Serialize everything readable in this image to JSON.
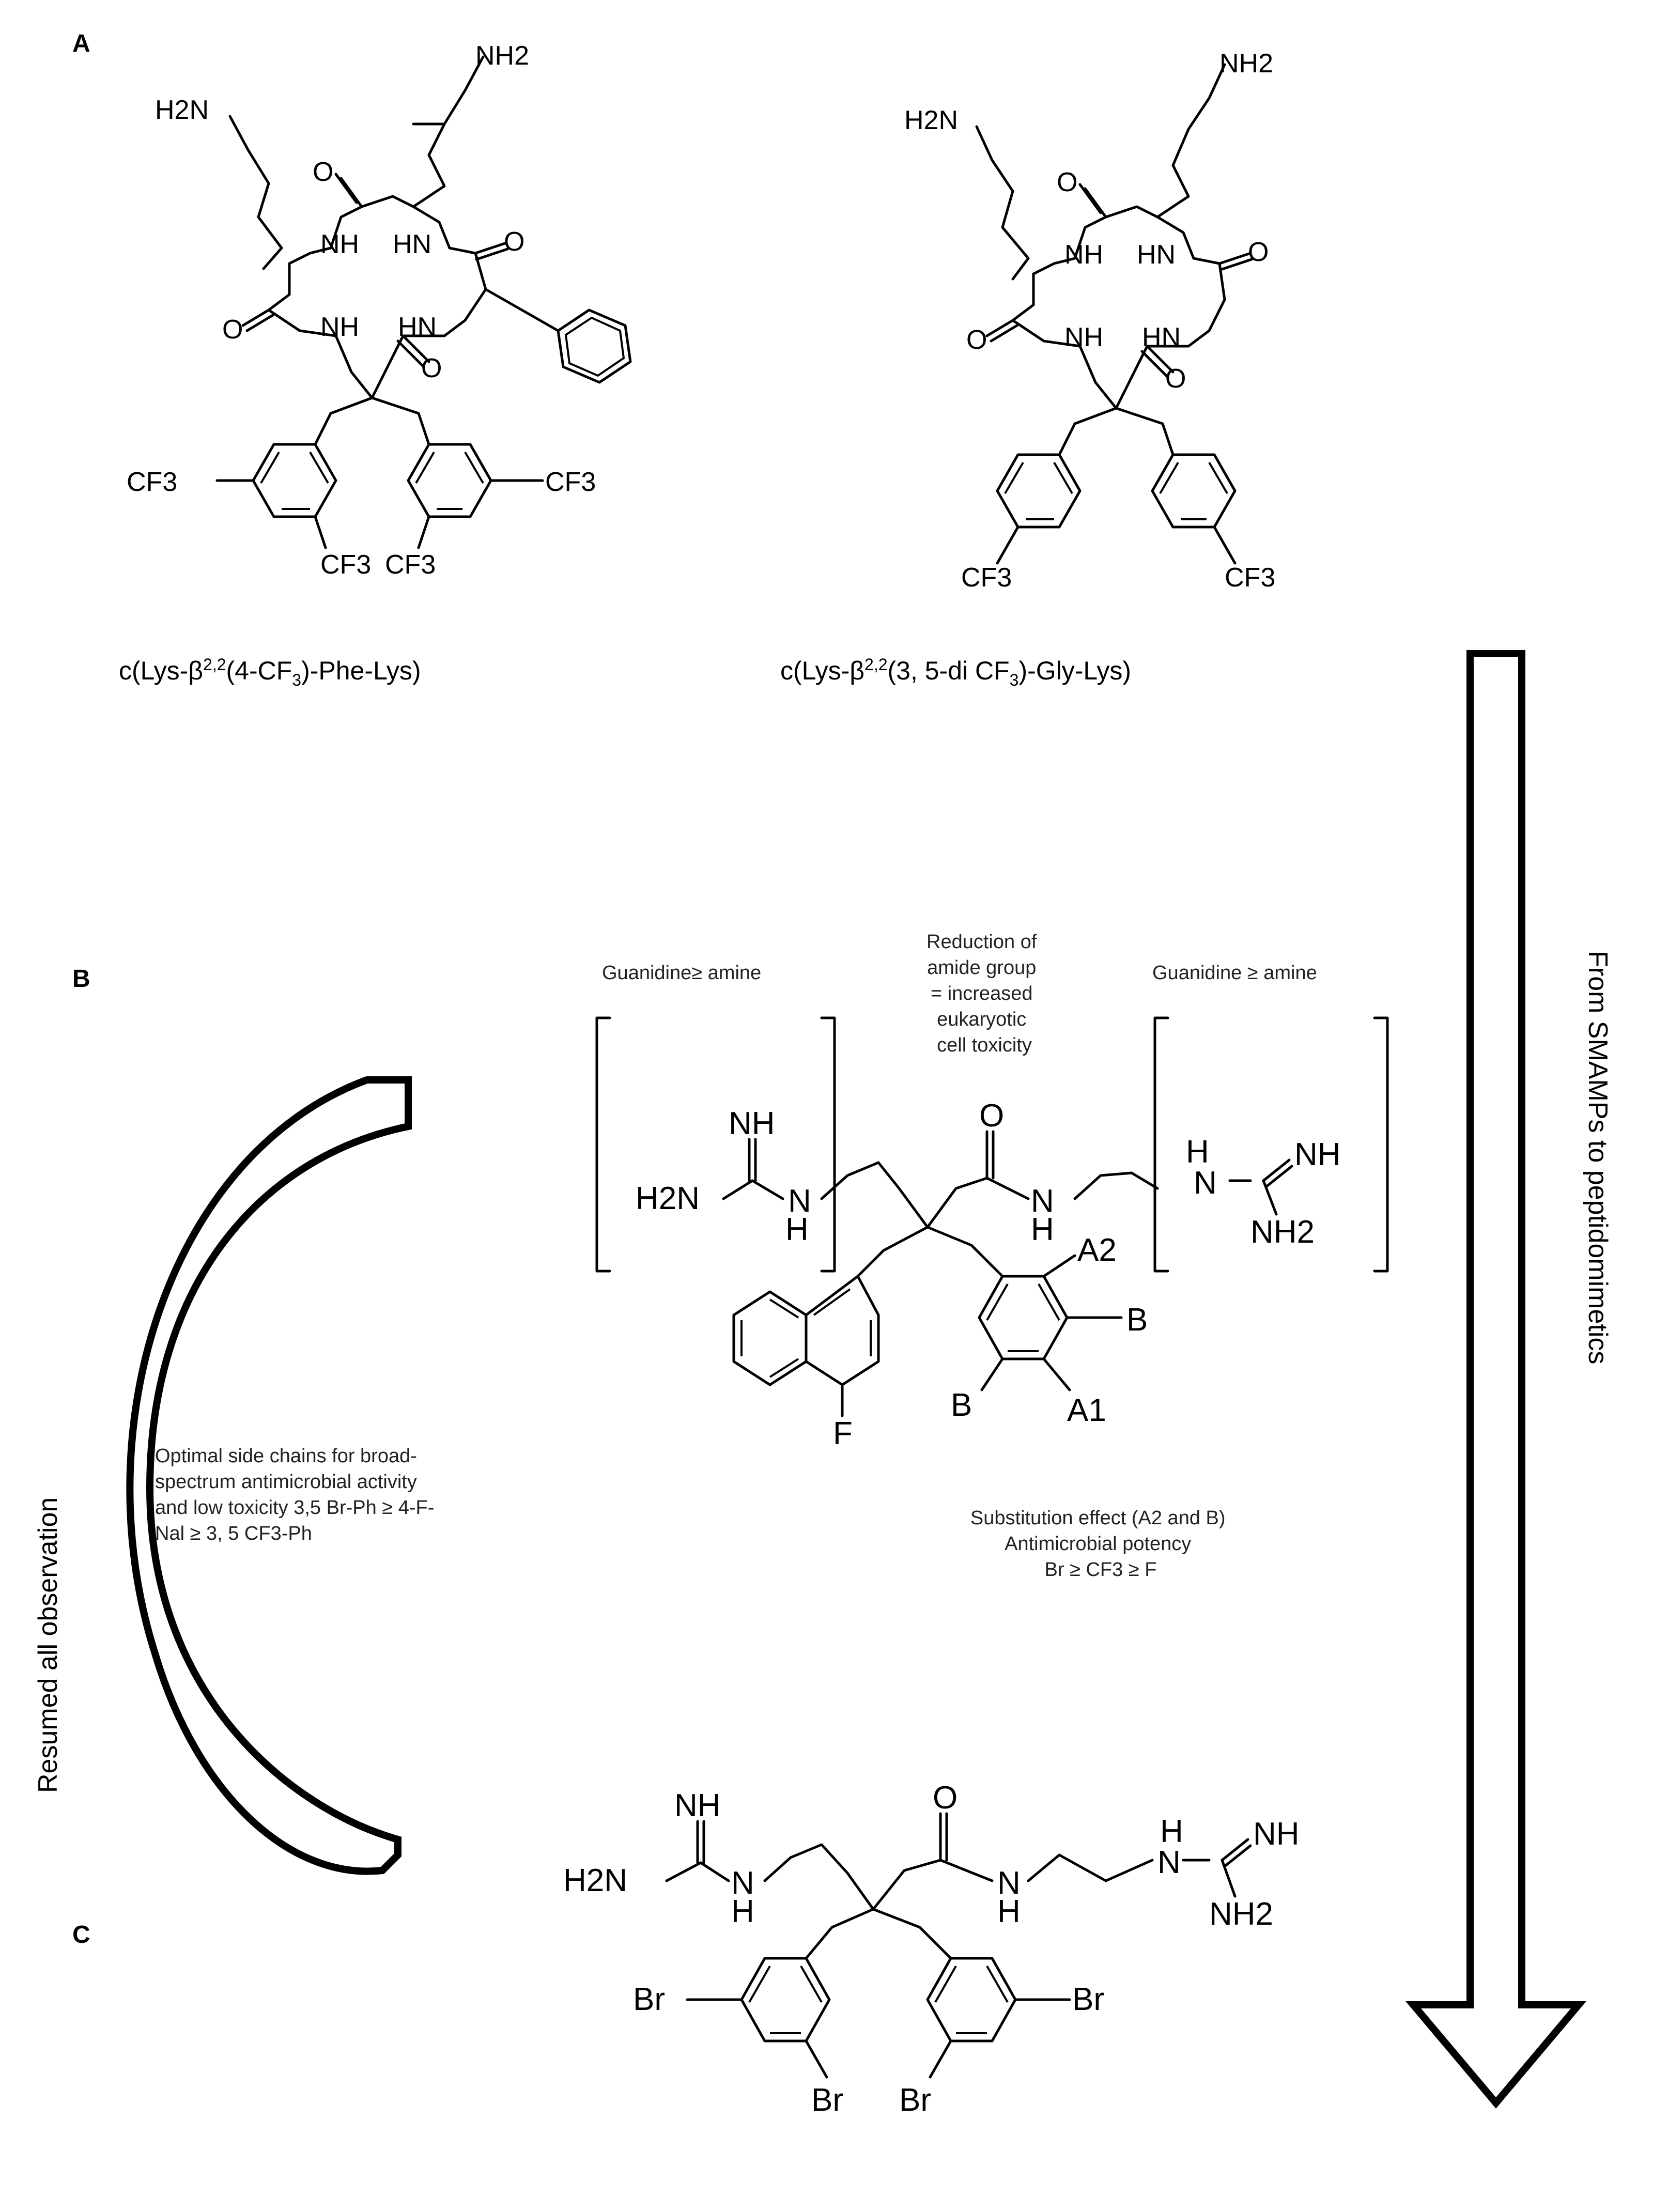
{
  "panels": {
    "a": "A",
    "b": "B",
    "c": "C"
  },
  "molecule_a1": {
    "caption": "c(Lys-β2,2(4-CF3)-Phe-Lys)",
    "caption_parts": {
      "pre": "c(Lys-β",
      "sup": "2,2",
      "mid1": "(4-CF",
      "sub": "3",
      "post": ")-Phe-Lys)"
    },
    "labels": {
      "nh2_top": "NH2",
      "h2n": "H2N",
      "o1": "O",
      "nh1": "NH",
      "hn1": "HN",
      "o2": "O",
      "o3": "O",
      "nh2": "NH",
      "hn2": "HN",
      "o4": "O",
      "cf3_left": "CF3",
      "cf3_right": "CF3",
      "cf3_bottom1": "CF3",
      "cf3_bottom2": "CF3"
    }
  },
  "molecule_a2": {
    "caption": "c(Lys-β2,2(3, 5-di CF3)-Gly-Lys)",
    "caption_parts": {
      "pre": "c(Lys-β",
      "sup": "2,2",
      "mid1": "(3, 5-di CF",
      "sub": "3",
      "post": ")-Gly-Lys)"
    },
    "labels": {
      "nh2_top": "NH2",
      "h2n": "H2N",
      "o1": "O",
      "nh1": "NH",
      "hn1": "HN",
      "o2": "O",
      "o3": "O",
      "nh2": "NH",
      "hn2": "HN",
      "o4": "O",
      "cf3_left": "CF3",
      "cf3_right": "CF3"
    }
  },
  "panel_b": {
    "note_left": "Guanidine≥ amine",
    "note_center": [
      "Reduction of",
      "amide group",
      "= increased",
      "eukaryotic",
      "cell toxicity"
    ],
    "note_right": "Guanidine ≥ amine",
    "side_chains_note": [
      "Optimal side chains for broad-",
      "spectrum antimicrobial activity",
      "and low toxicity 3,5 Br-Ph ≥ 4-F-",
      "Nal ≥ 3, 5 CF3-Ph"
    ],
    "substitution_note": [
      "Substitution effect (A2 and B)",
      "Antimicrobial potency",
      "Br ≥ CF3 ≥ F"
    ],
    "labels": {
      "nh": "NH",
      "h2n": "H2N",
      "n": "N",
      "h": "H",
      "o": "O",
      "nh_amide": "N",
      "h_amide": "H",
      "h_right": "H",
      "n_right": "N",
      "nh_right": "NH",
      "nh2_right": "NH2",
      "a2": "A2",
      "b_right": "B",
      "b_left": "B",
      "a1": "A1",
      "f": "F"
    }
  },
  "panel_c": {
    "labels": {
      "nh": "NH",
      "h2n": "H2N",
      "n": "N",
      "h": "H",
      "o": "O",
      "n_amide": "N",
      "h_amide": "H",
      "h_right": "H",
      "n_right": "N",
      "nh_right": "NH",
      "nh2_right": "NH2",
      "br1": "Br",
      "br2": "Br",
      "br3": "Br",
      "br4": "Br"
    }
  },
  "arrows": {
    "right_label": "From SMAMPs to peptidomimetics",
    "left_label": "Resumed all observation"
  }
}
